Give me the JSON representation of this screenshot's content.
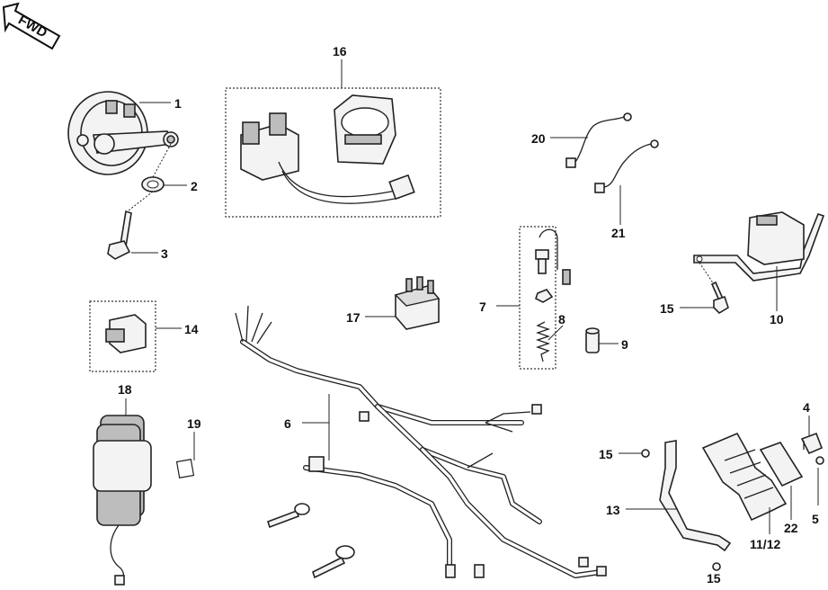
{
  "direction_badge": {
    "text": "FWD"
  },
  "callouts": {
    "c1": "1",
    "c2": "2",
    "c3": "3",
    "c4": "4",
    "c5": "5",
    "c6": "6",
    "c7": "7",
    "c8": "8",
    "c9": "9",
    "c10": "10",
    "c11_12": "11/12",
    "c13": "13",
    "c14": "14",
    "c15a": "15",
    "c15b": "15",
    "c15c": "15",
    "c16": "16",
    "c17": "17",
    "c18": "18",
    "c19": "19",
    "c20": "20",
    "c21": "21",
    "c22": "22"
  }
}
